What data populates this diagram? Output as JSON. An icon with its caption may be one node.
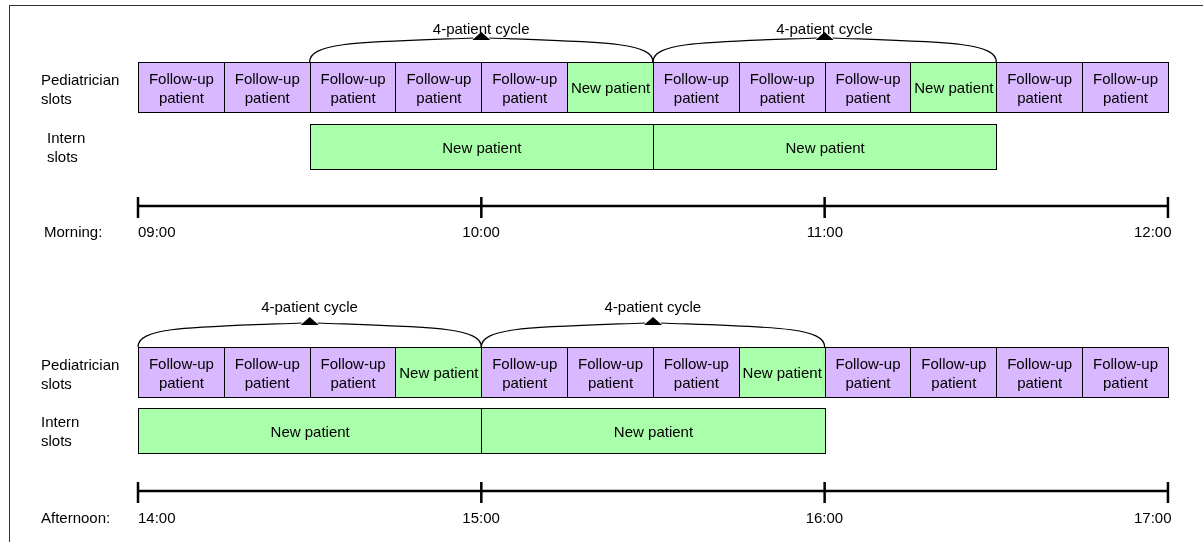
{
  "diagram": {
    "nodes": [
      {
        "text": [
          "Follow-up patient"
        ]
      },
      {
        "text": [
          "Follow-up patient"
        ]
      },
      {
        "text": [
          "Follow-up patient"
        ]
      },
      {
        "text": [
          "Follow-up patient"
        ]
      },
      {
        "text": [
          "Follow-up patient"
        ]
      },
      {
        "text": [
          "New patient"
        ]
      },
      {
        "text": [
          "Follow-up patient"
        ]
      },
      {
        "text": [
          "Follow-up patient"
        ]
      },
      {
        "text": [
          "Follow-up patient"
        ]
      },
      {
        "text": [
          "New patient"
        ]
      },
      {
        "text": [
          "Follow-up patient"
        ]
      },
      {
        "text": [
          "Follow-up patient"
        ]
      },
      {
        "text": [
          "New patient"
        ]
      },
      {
        "text": [
          "New patient"
        ]
      },
      {
        "text": [
          "Follow-up patient"
        ]
      },
      {
        "text": [
          "Follow-up patient"
        ]
      },
      {
        "text": [
          "Follow-up patient"
        ]
      },
      {
        "text": [
          "New patient"
        ]
      },
      {
        "text": [
          "Follow-up patient"
        ]
      },
      {
        "text": [
          "Follow-up patient"
        ]
      },
      {
        "text": [
          "Follow-up patient"
        ]
      },
      {
        "text": [
          "New patient"
        ]
      },
      {
        "text": [
          "Follow-up patient"
        ]
      },
      {
        "text": [
          "Follow-up patient"
        ]
      },
      {
        "text": [
          "Follow-up patient"
        ]
      },
      {
        "text": [
          "Follow-up patient"
        ]
      },
      {
        "text": [
          "New patient"
        ]
      },
      {
        "text": [
          "New patient"
        ]
      }
    ],
    "edges": [],
    "labels": [
      "4-patient cycle",
      "4-patient cycle",
      "Pediatrician slots",
      "Intern slots",
      "Morning:",
      "09:00",
      "10:00",
      "11:00",
      "12:00",
      "4-patient cycle",
      "4-patient cycle",
      "Pediatrician slots",
      "Intern slots",
      "Afternoon:",
      "14:00",
      "15:00",
      "16:00",
      "17:00"
    ]
  }
}
